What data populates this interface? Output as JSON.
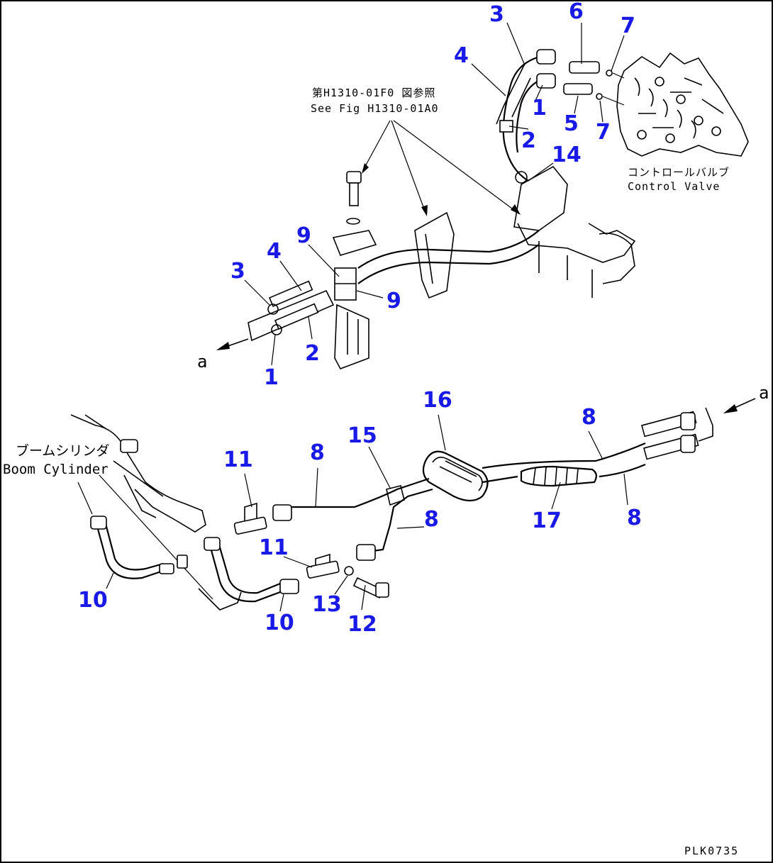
{
  "sheet_code": "PLK0735",
  "reference_note": {
    "jp": "第H1310-01F0 図参照",
    "en": "See Fig H1310-01A0"
  },
  "component_labels": {
    "control_valve_jp": "コントロールバルブ",
    "control_valve_en": "Control Valve",
    "boom_cylinder_jp": "ブームシリンダ",
    "boom_cylinder_en": "Boom Cylinder"
  },
  "view_marker": {
    "upper": "a",
    "lower": "a"
  },
  "callouts": [
    {
      "id": "c3-top",
      "text": "3"
    },
    {
      "id": "c6-top",
      "text": "6"
    },
    {
      "id": "c7-top",
      "text": "7"
    },
    {
      "id": "c4-top",
      "text": "4"
    },
    {
      "id": "c1-top",
      "text": "1"
    },
    {
      "id": "c5-top",
      "text": "5"
    },
    {
      "id": "c7-mid",
      "text": "7"
    },
    {
      "id": "c2-top",
      "text": "2"
    },
    {
      "id": "c14",
      "text": "14"
    },
    {
      "id": "c9-a",
      "text": "9"
    },
    {
      "id": "c4-mid",
      "text": "4"
    },
    {
      "id": "c3-mid",
      "text": "3"
    },
    {
      "id": "c9-b",
      "text": "9"
    },
    {
      "id": "c2-mid",
      "text": "2"
    },
    {
      "id": "c1-mid",
      "text": "1"
    },
    {
      "id": "c16",
      "text": "16"
    },
    {
      "id": "c8-right",
      "text": "8"
    },
    {
      "id": "c15",
      "text": "15"
    },
    {
      "id": "c11-a",
      "text": "11"
    },
    {
      "id": "c8-mid",
      "text": "8"
    },
    {
      "id": "c17",
      "text": "17"
    },
    {
      "id": "c8-lower-right",
      "text": "8"
    },
    {
      "id": "c8-lower",
      "text": "8"
    },
    {
      "id": "c11-b",
      "text": "11"
    },
    {
      "id": "c10-left",
      "text": "10"
    },
    {
      "id": "c13",
      "text": "13"
    },
    {
      "id": "c12",
      "text": "12"
    },
    {
      "id": "c10-bottom",
      "text": "10"
    }
  ]
}
